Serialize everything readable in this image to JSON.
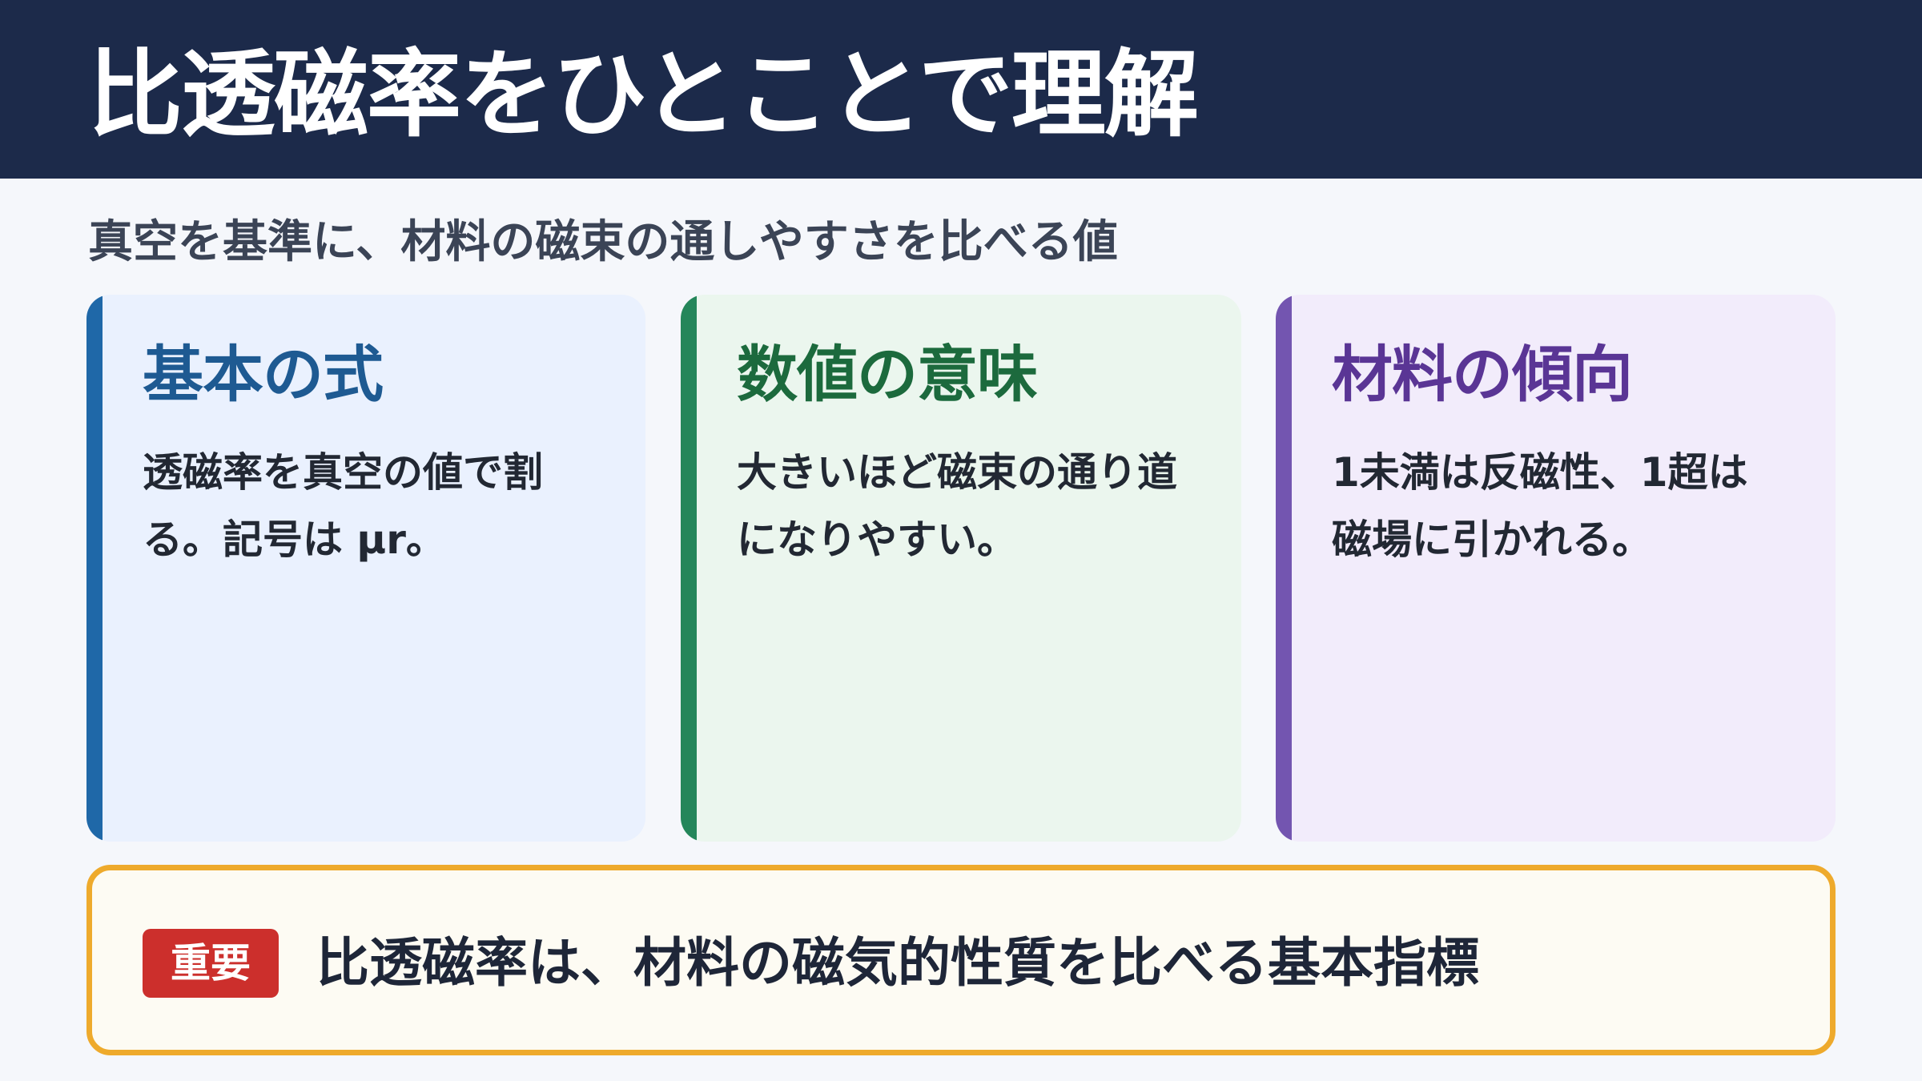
{
  "header": {
    "title": "比透磁率をひとことで理解"
  },
  "subtitle": "真空を基準に、材料の磁束の通しやすさを比べる値",
  "cards": [
    {
      "title": "基本の式",
      "body": "透磁率を真空の値で割る。記号は μr。"
    },
    {
      "title": "数値の意味",
      "body": "大きいほど磁束の通り道になりやすい。"
    },
    {
      "title": "材料の傾向",
      "body": "1未満は反磁性、1超は磁場に引かれる。"
    }
  ],
  "note": {
    "badge": "重要",
    "text": "比透磁率は、材料の磁気的性質を比べる基本指標"
  },
  "colors": {
    "header_bg": "#1c2a4a",
    "card1_accent": "#1f68a8",
    "card2_accent": "#24865a",
    "card3_accent": "#7355b0",
    "note_border": "#eeaa2c",
    "badge_bg": "#cc2f2c"
  }
}
